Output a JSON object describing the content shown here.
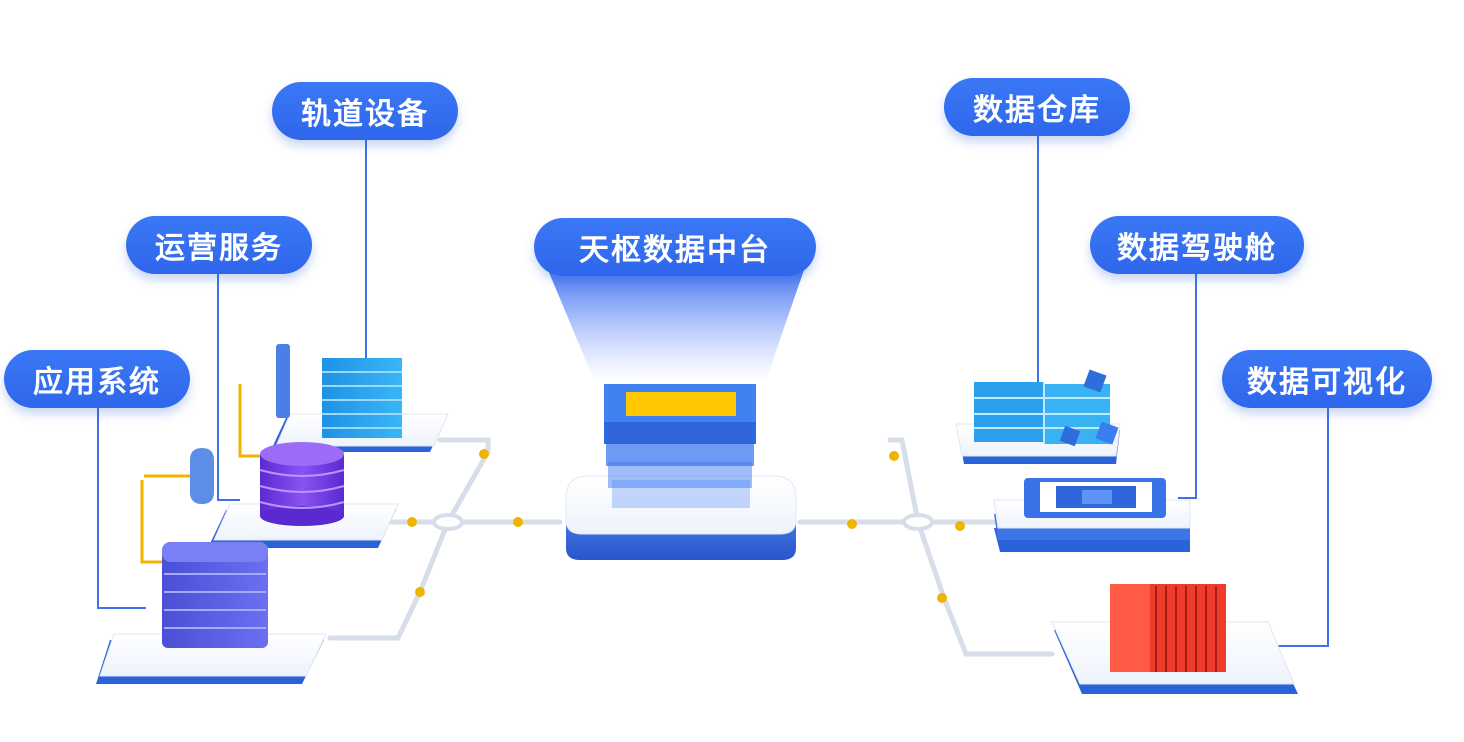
{
  "center": {
    "label": "天枢数据中台"
  },
  "left_nodes": [
    {
      "label": "轨道设备",
      "icon": "server-stack-icon"
    },
    {
      "label": "运营服务",
      "icon": "database-cylinder-icon"
    },
    {
      "label": "应用系统",
      "icon": "server-rack-icon"
    }
  ],
  "right_nodes": [
    {
      "label": "数据仓库",
      "icon": "data-blocks-icon"
    },
    {
      "label": "数据驾驶舱",
      "icon": "dashboard-panel-icon"
    },
    {
      "label": "数据可视化",
      "icon": "visualization-bars-icon"
    }
  ],
  "colors": {
    "pill": "#2f66ec",
    "line": "#3f72e8",
    "dot": "#f0b400",
    "purple": "#6b3be0",
    "cyan": "#29a8ef",
    "red": "#ee3b2b",
    "yellow": "#ffc800"
  }
}
